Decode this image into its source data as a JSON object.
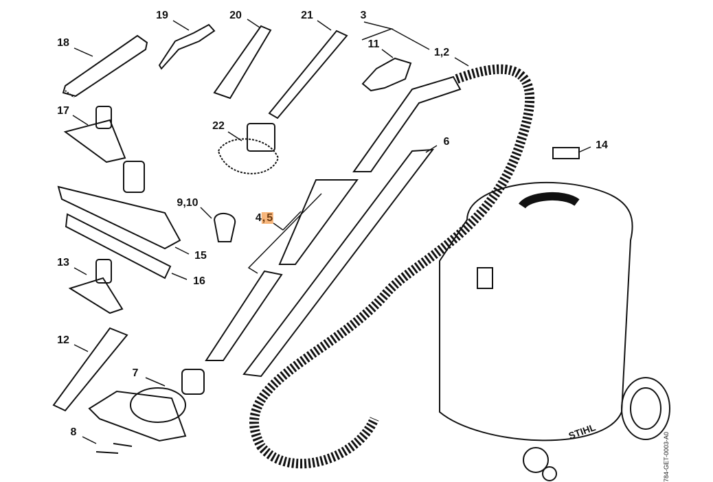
{
  "diagram": {
    "title": "Vacuum cleaner accessories parts diagram",
    "labels": [
      "18",
      "19",
      "20",
      "21",
      "3",
      "11",
      "1,2",
      "17",
      "22",
      "6",
      "14",
      "9,10",
      "4",
      "5",
      "15",
      "13",
      "16",
      "12",
      "7",
      "8"
    ],
    "separator": ",",
    "highlight_color": "#f7b57a",
    "brand_text": "STIHL",
    "document_id": "784-GET-0003-A0"
  }
}
